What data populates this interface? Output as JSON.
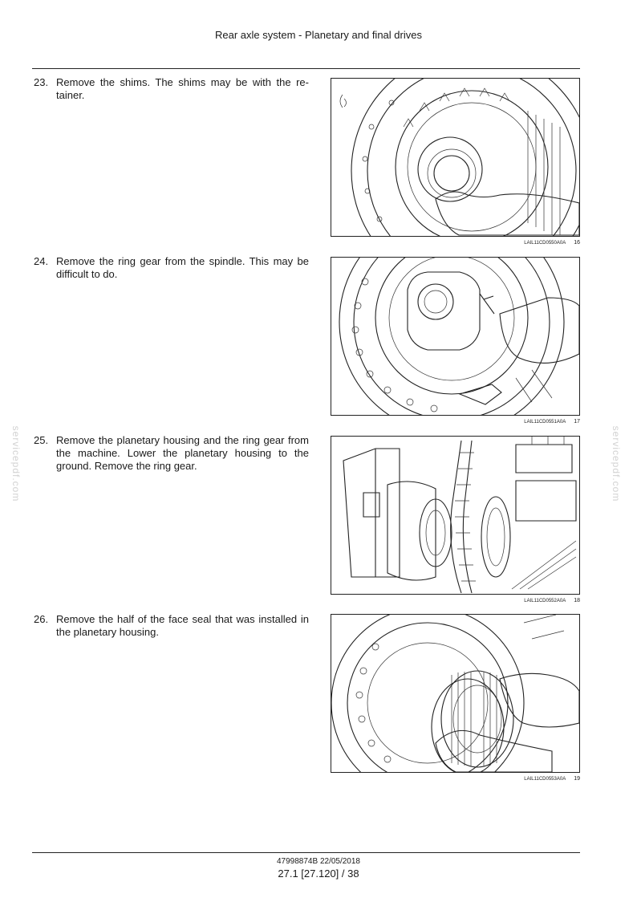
{
  "header": {
    "title": "Rear axle system - Planetary and final drives"
  },
  "steps": [
    {
      "number": "23.",
      "text": "Remove the shims.  The shims may be with the re-tainer.",
      "figure": {
        "code": "LAIL11CD0550A0A",
        "number": "16"
      }
    },
    {
      "number": "24.",
      "text": "Remove the ring gear from the spindle.  This may be difficult to do.",
      "figure": {
        "code": "LAIL11CD0551A0A",
        "number": "17"
      }
    },
    {
      "number": "25.",
      "text": "Remove the planetary housing and the ring gear from the machine.  Lower the planetary housing to the ground.  Remove the ring gear.",
      "figure": {
        "code": "LAIL11CD0552A0A",
        "number": "18"
      }
    },
    {
      "number": "26.",
      "text": "Remove the half of the face seal that was installed in the planetary housing.",
      "figure": {
        "code": "LAIL11CD0553A0A",
        "number": "19"
      }
    }
  ],
  "watermark": {
    "text": "servicepdf.com"
  },
  "footer": {
    "doc_id": "47998874B 22/05/2018",
    "page": "27.1 [27.120] / 38"
  }
}
